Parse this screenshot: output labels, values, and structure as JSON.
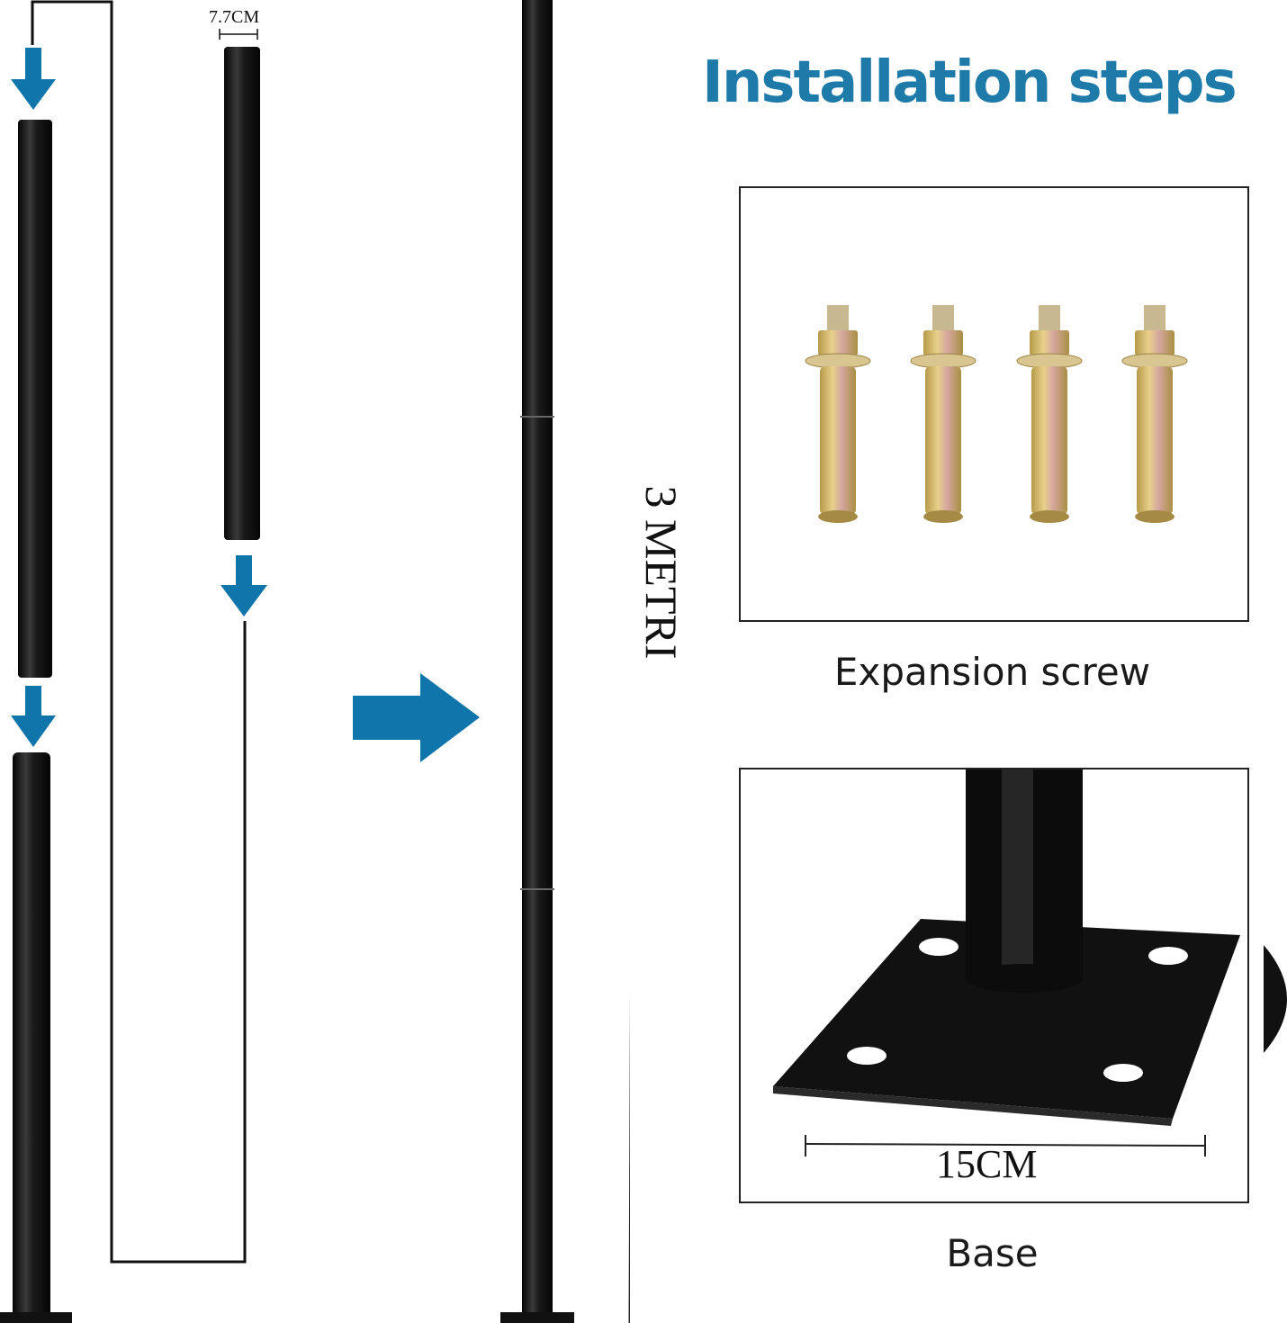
{
  "title": "Installation steps",
  "diameter_label": "7.7CM",
  "height_label": "3 METRI",
  "panels": [
    {
      "caption": "Expansion screw",
      "icon": "expansion-screw-icon"
    },
    {
      "caption": "Base",
      "dimension": "15CM",
      "icon": "base-plate-icon"
    }
  ],
  "colors": {
    "accent_blue": "#1e7aa8",
    "arrow_blue": "#0f75ab",
    "pole_black": "#141414"
  }
}
